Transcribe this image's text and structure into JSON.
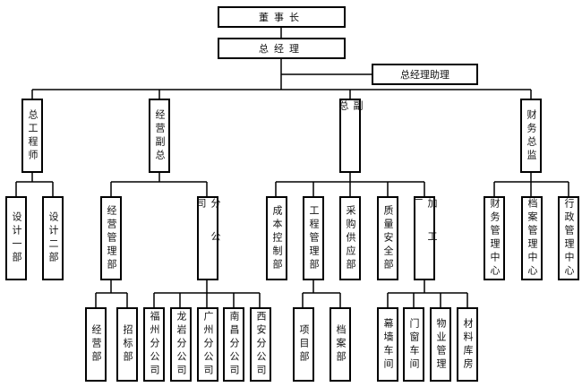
{
  "chairman": "董事长",
  "general_manager": "总经理",
  "gm_assistant": "总经理助理",
  "level2": [
    "总工程师",
    "经营副总",
    "副总",
    "财务总监"
  ],
  "chief_engineer_depts": [
    "设计一部",
    "设计二部"
  ],
  "business_vp_depts": [
    "经营管理部",
    "分公司"
  ],
  "business_mgmt_subs": [
    "经营部",
    "招标部"
  ],
  "branches": [
    "福州分公司",
    "龙岩分公司",
    "广州分公司",
    "南昌分公司",
    "西安分公司"
  ],
  "vp_depts": [
    "成本控制部",
    "工程管理部",
    "采购供应部",
    "质量安全部",
    "加工厂"
  ],
  "engineering_subs": [
    "项目部",
    "档案部"
  ],
  "factory_subs": [
    "幕墙车间",
    "门窗车间",
    "物业管理",
    "材料库房"
  ],
  "finance_depts": [
    "财务管理中心",
    "档案管理中心",
    "行政管理中心"
  ]
}
